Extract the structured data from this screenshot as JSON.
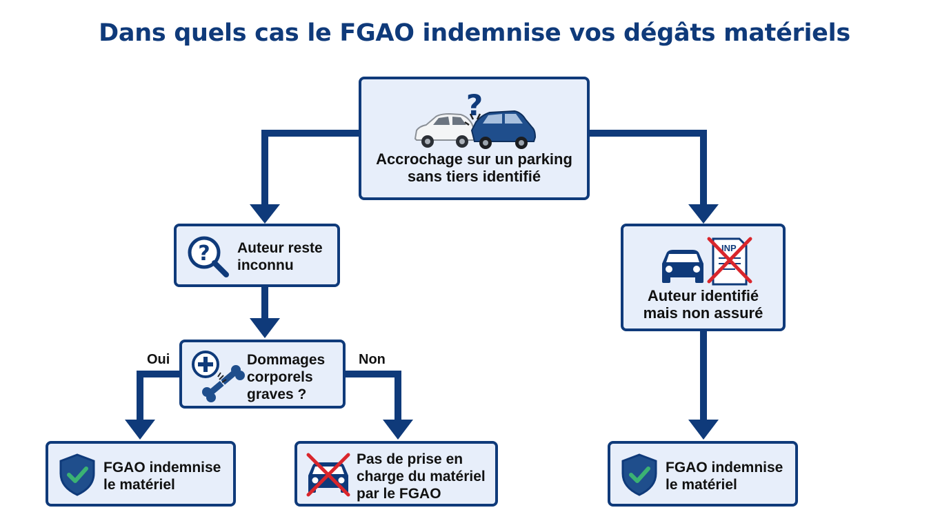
{
  "title": "Dans quels cas le FGAO indemnise vos dégâts matériels",
  "nodes": {
    "root": {
      "lines": [
        "Accrochage sur un parking",
        "sans tiers identifié"
      ],
      "icon": "car-collision-icon"
    },
    "unknown": {
      "lines": [
        "Auteur reste",
        "inconnu"
      ],
      "icon": "magnifier-question-icon"
    },
    "bodily": {
      "lines": [
        "Dommages",
        "corporels",
        "graves ?"
      ],
      "icon": "medical-broken-bone-icon"
    },
    "identified": {
      "lines": [
        "Auteur identifié",
        "mais non assuré"
      ],
      "icon": "car-crossed-insurance-doc-icon",
      "doc_text": "INP"
    },
    "fgao_left": {
      "lines": [
        "FGAO indemnise",
        "le matériel"
      ],
      "icon": "shield-check-icon"
    },
    "no_cover": {
      "lines": [
        "Pas de prise en",
        "charge du matériel",
        "par le FGAO"
      ],
      "icon": "crossed-car-icon"
    },
    "fgao_right": {
      "lines": [
        "FGAO indemnise",
        "le matériel"
      ],
      "icon": "shield-check-icon"
    }
  },
  "branch_labels": {
    "yes": "Oui",
    "no": "Non"
  },
  "colors": {
    "navy": "#0f3a7a",
    "box_fill": "#e7eefa",
    "check_green": "#3bb273",
    "cross_red": "#d9262c"
  }
}
